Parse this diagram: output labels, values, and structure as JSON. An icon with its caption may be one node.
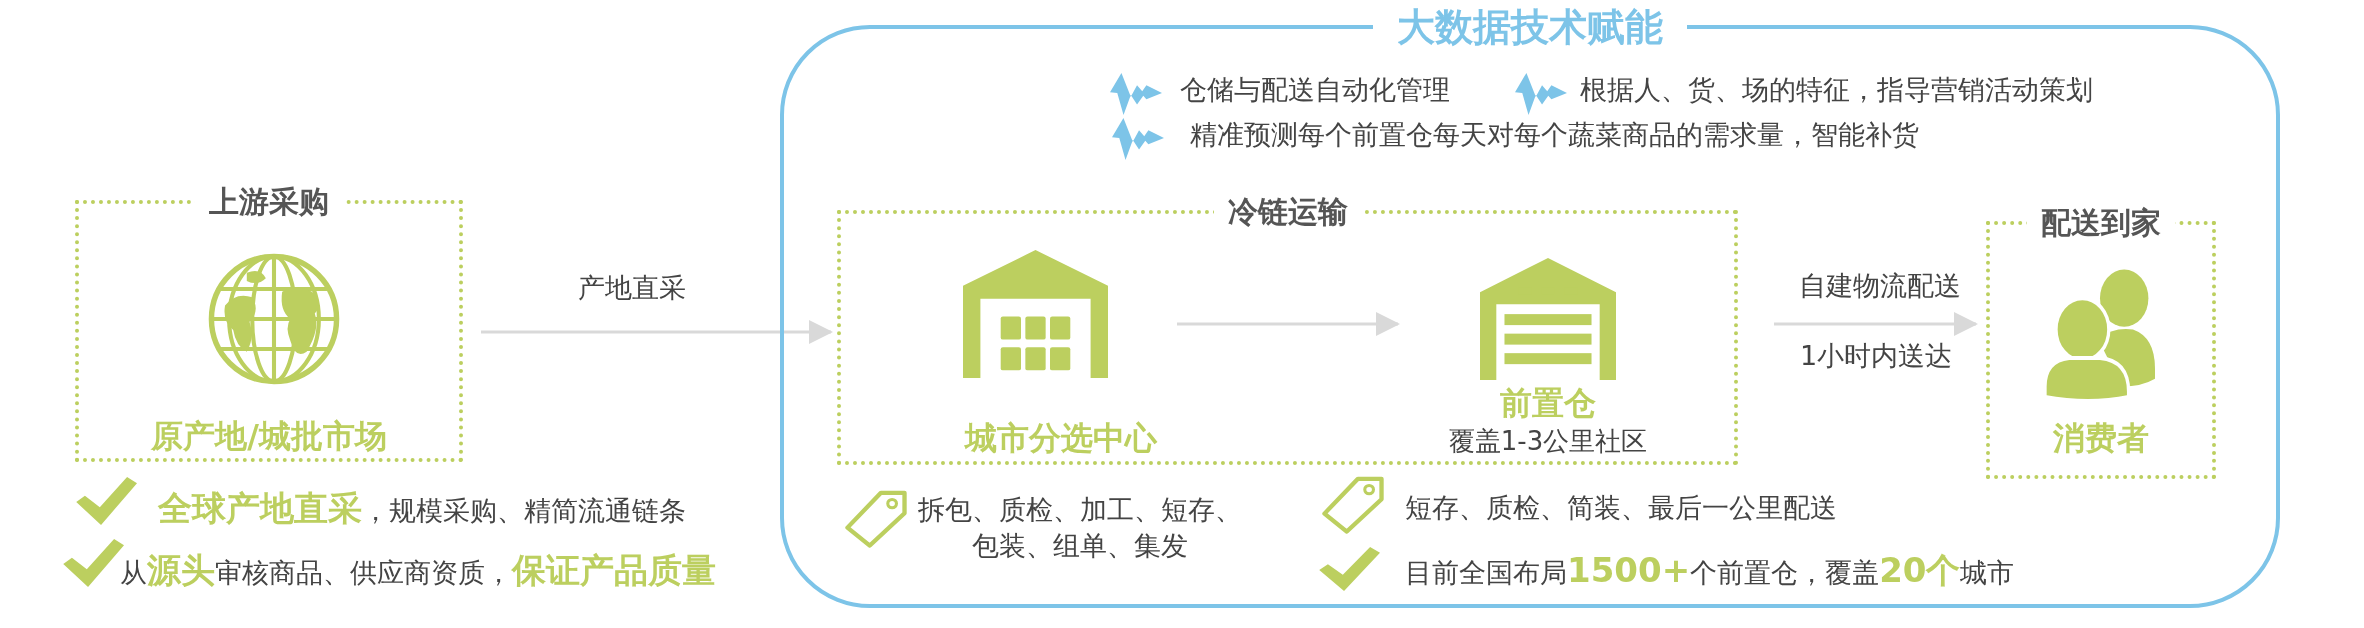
{
  "diagram": {
    "nodes": [
      {
        "text": [
          "大数据技术赋能"
        ]
      },
      {
        "text": [
          "上游采购",
          "原产地/城批市场"
        ]
      },
      {
        "text": [
          "冷链运输"
        ],
        "in": 0
      },
      {
        "text": [
          "城市分选中心"
        ],
        "in": 2
      },
      {
        "text": [
          "前置仓",
          "覆盖1-3公里社区"
        ],
        "in": 2
      },
      {
        "text": [
          "配送到家",
          "消费者"
        ],
        "in": 0
      }
    ],
    "edges": [
      {
        "from": 1,
        "to": 2,
        "arrow": "to",
        "label": "产地直采"
      },
      {
        "from": 3,
        "to": 4,
        "arrow": "to"
      },
      {
        "from": 2,
        "to": 5,
        "arrow": "to",
        "label": "自建物流配送"
      }
    ],
    "labels": [
      "仓储与配送自动化管理",
      "根据人、货、场的特征，指导营销活动策划",
      "精准预测每个前置仓每天对每个蔬菜商品的需求量，智能补货",
      "1小时内送达",
      "**全球产地直采**，规模采购、精简流通链条",
      "从**源头**审核商品、供应商资质，**保证产品质量**",
      "拆包、质检、加工、短存、包装、组单、集发",
      "短存、质检、简装、最后一公里配送",
      "目前全国布局**1500+**个前置仓，覆盖**20个**城市"
    ]
  }
}
